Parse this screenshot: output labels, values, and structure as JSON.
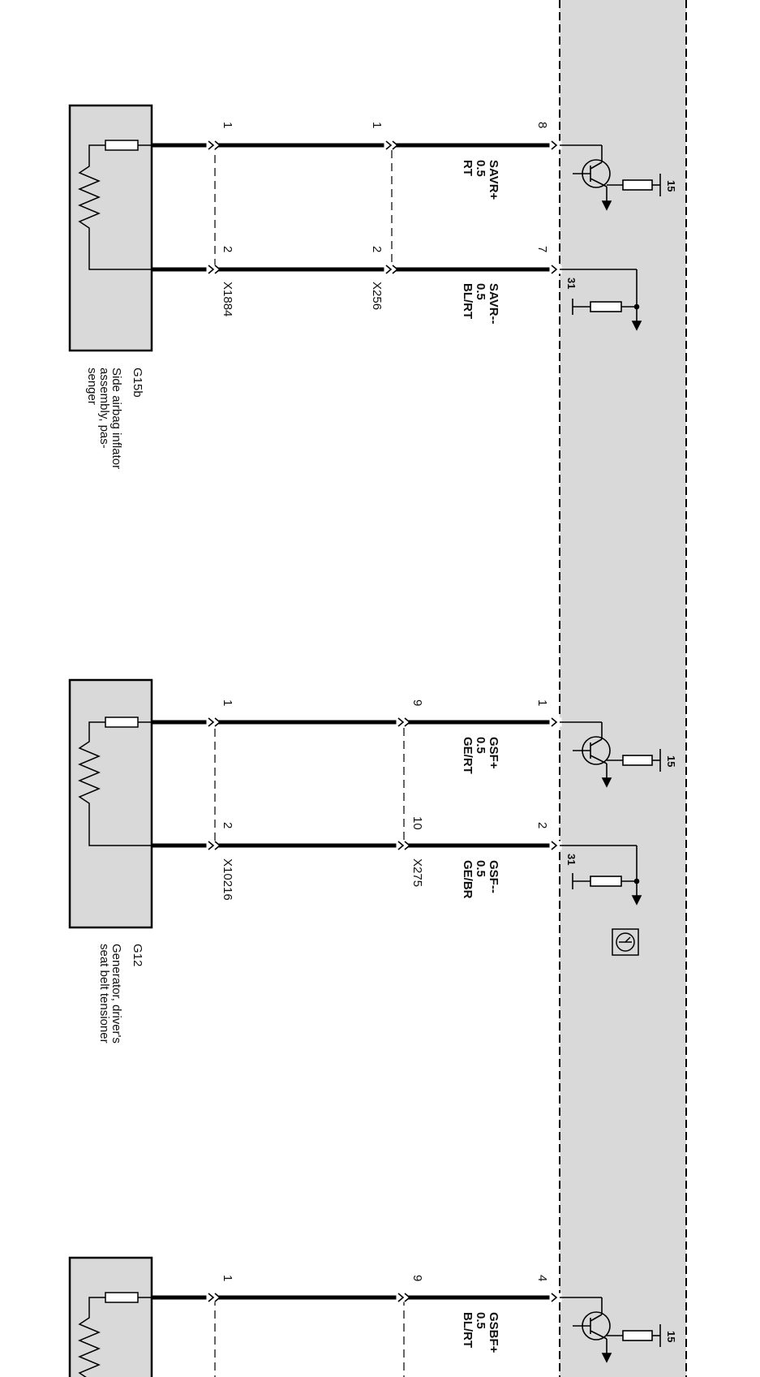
{
  "control_unit": {
    "terminal_supply": "15",
    "terminal_ground": "31"
  },
  "circuits": [
    {
      "component": {
        "id": "G15b",
        "desc": [
          "Side airbag inflator",
          "assembly, pas-",
          "senger"
        ]
      },
      "outer": {
        "connector": "X1884",
        "pin_a": "1",
        "pin_b": "2"
      },
      "mid": {
        "connector": "X256",
        "pin_a": "1",
        "pin_b": "2"
      },
      "cu": {
        "pin_a": "8",
        "pin_b": "7"
      },
      "wire_a": {
        "name": "SAVR+",
        "size": "0.5",
        "color": "RT"
      },
      "wire_b": {
        "name": "SAVR--",
        "size": "0.5",
        "color": "BL/RT"
      }
    },
    {
      "component": {
        "id": "G12",
        "desc": [
          "Generator, driver's",
          "seat belt tensioner"
        ]
      },
      "outer": {
        "connector": "X10216",
        "pin_a": "1",
        "pin_b": "2"
      },
      "mid": {
        "connector": "X275",
        "pin_a": "9",
        "pin_b": "10"
      },
      "cu": {
        "pin_a": "1",
        "pin_b": "2"
      },
      "wire_a": {
        "name": "GSF+",
        "size": "0.5",
        "color": "GE/RT"
      },
      "wire_b": {
        "name": "GSF--",
        "size": "0.5",
        "color": "GE/BR"
      }
    },
    {
      "component": {
        "id": "",
        "desc": []
      },
      "outer": {
        "connector": "",
        "pin_a": "1",
        "pin_b": ""
      },
      "mid": {
        "connector": "",
        "pin_a": "9",
        "pin_b": ""
      },
      "cu": {
        "pin_a": "4",
        "pin_b": ""
      },
      "wire_a": {
        "name": "GSBF+",
        "size": "0.5",
        "color": "BL/RT"
      },
      "wire_b": {
        "name": "",
        "size": "",
        "color": ""
      }
    }
  ]
}
